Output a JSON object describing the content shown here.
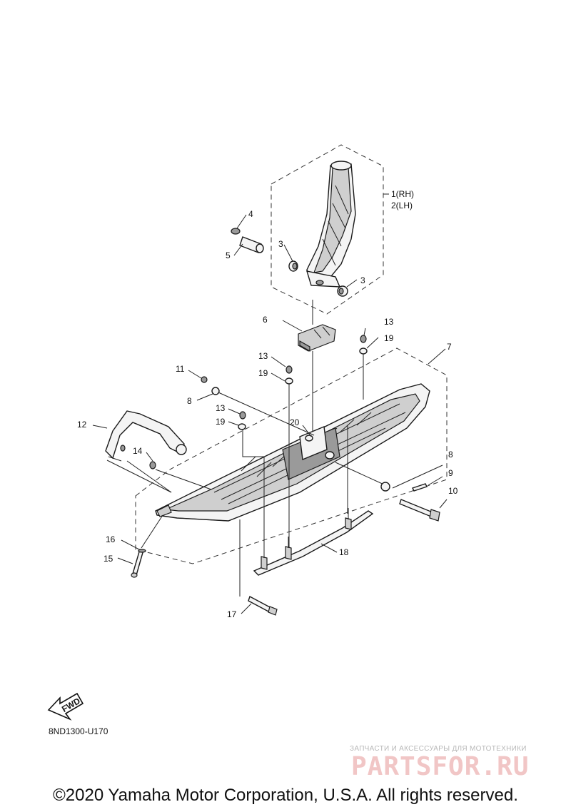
{
  "callouts": {
    "c1": "1(RH)",
    "c2": "2(LH)",
    "c3a": "3",
    "c3b": "3",
    "c4": "4",
    "c5": "5",
    "c6": "6",
    "c7": "7",
    "c8a": "8",
    "c8b": "8",
    "c9": "9",
    "c10": "10",
    "c11": "11",
    "c12": "12",
    "c13a": "13",
    "c13b": "13",
    "c13c": "13",
    "c14": "14",
    "c15": "15",
    "c16": "16",
    "c17": "17",
    "c18": "18",
    "c19a": "19",
    "c19b": "19",
    "c19c": "19",
    "c20": "20"
  },
  "fwd_arrow_label": "FWD",
  "diagram_code": "8ND1300-U170",
  "watermark": {
    "tagline": "ЗАПЧАСТИ И АКСЕССУАРЫ ДЛЯ МОТОТЕХНИКИ",
    "logo": "PARTSFOR.RU"
  },
  "copyright": "©2020 Yamaha Motor Corporation, U.S.A. All rights reserved."
}
